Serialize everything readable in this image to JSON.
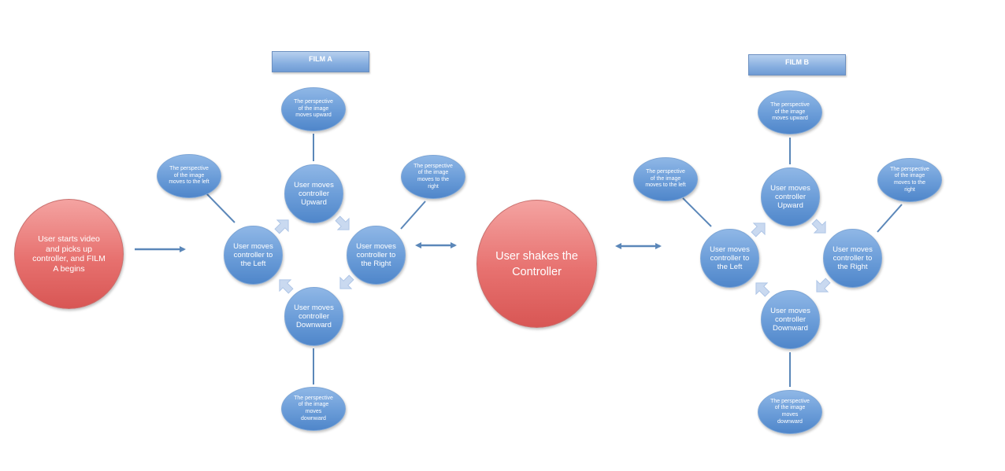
{
  "start_node": {
    "text": "User starts video and picks up controller, and FILM A begins"
  },
  "center_node": {
    "text": "User shakes the Controller"
  },
  "film_a": {
    "title": "FILM A",
    "moves": {
      "up": "User moves controller Upward",
      "left": "User moves controller to the Left",
      "right": "User moves controller to the Right",
      "down": "User moves controller Downward"
    },
    "perspectives": {
      "up": "The perspective of the image moves upward",
      "left": "The perspective of the image moves to the left",
      "right": "The perspective of the image moves to the right",
      "down": "The perspective of the image moves downward"
    }
  },
  "film_b": {
    "title": "FILM B",
    "moves": {
      "up": "User moves controller Upward",
      "left": "User moves controller to the Left",
      "right": "User moves controller to the Right",
      "down": "User moves controller Downward"
    },
    "perspectives": {
      "up": "The perspective of the image moves upward",
      "left": "The perspective of the image moves to the left",
      "right": "The perspective of the image moves to the right",
      "down": "The perspective of the image moves downward"
    }
  },
  "colors": {
    "node_blue": "#6a9cd8",
    "node_red": "#e7716f",
    "connector": "#5b87b9",
    "cycle_arrow": "#c9d9f0"
  }
}
